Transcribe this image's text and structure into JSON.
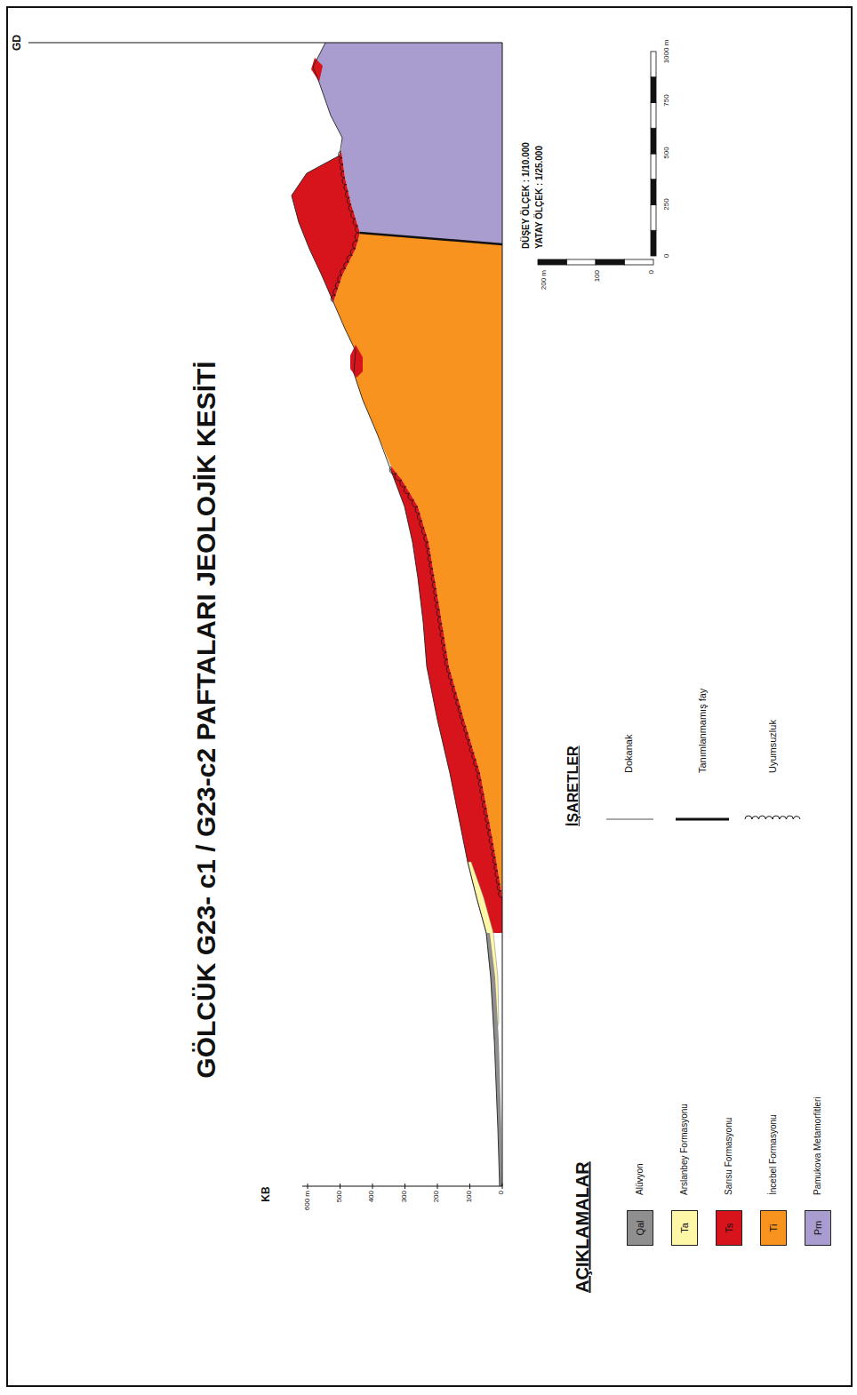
{
  "diagram": {
    "title": "GÖLCÜK G23- c1 / G23-c2 PAFTALARI JEOLOJİK KESİTİ",
    "labels": [
      "KB",
      "600 m",
      "500",
      "400",
      "300",
      "200",
      "100",
      "0",
      "GD",
      "AÇIKLAMALAR",
      "Qal",
      "Ta",
      "Ts",
      "Ti",
      "Pm",
      "İŞARETLER",
      "DÜŞEY ÖLÇEK : 1/10.000",
      "YATAY ÖLÇEK : 1/25.000",
      "200 m",
      "100",
      "0",
      "0",
      "250",
      "500",
      "750",
      "1000 m"
    ],
    "legend": [
      {
        "text": "Alüvyon",
        "color": "#8f8f8f"
      },
      {
        "text": "Arslanbey Formasyonu",
        "color": "#fff7a8"
      },
      {
        "text": "Sarısu Formasyonu",
        "color": "#d7141c"
      },
      {
        "text": "İncebel Formasyonu",
        "color": "#f7931e"
      },
      {
        "text": "Pamukova Metamorfitleri",
        "color": "#a99ccf"
      },
      {
        "text": "Dokanak"
      },
      {
        "text": "Tanımlanmamış fay"
      },
      {
        "text": "Uyumsuzluk"
      }
    ]
  }
}
